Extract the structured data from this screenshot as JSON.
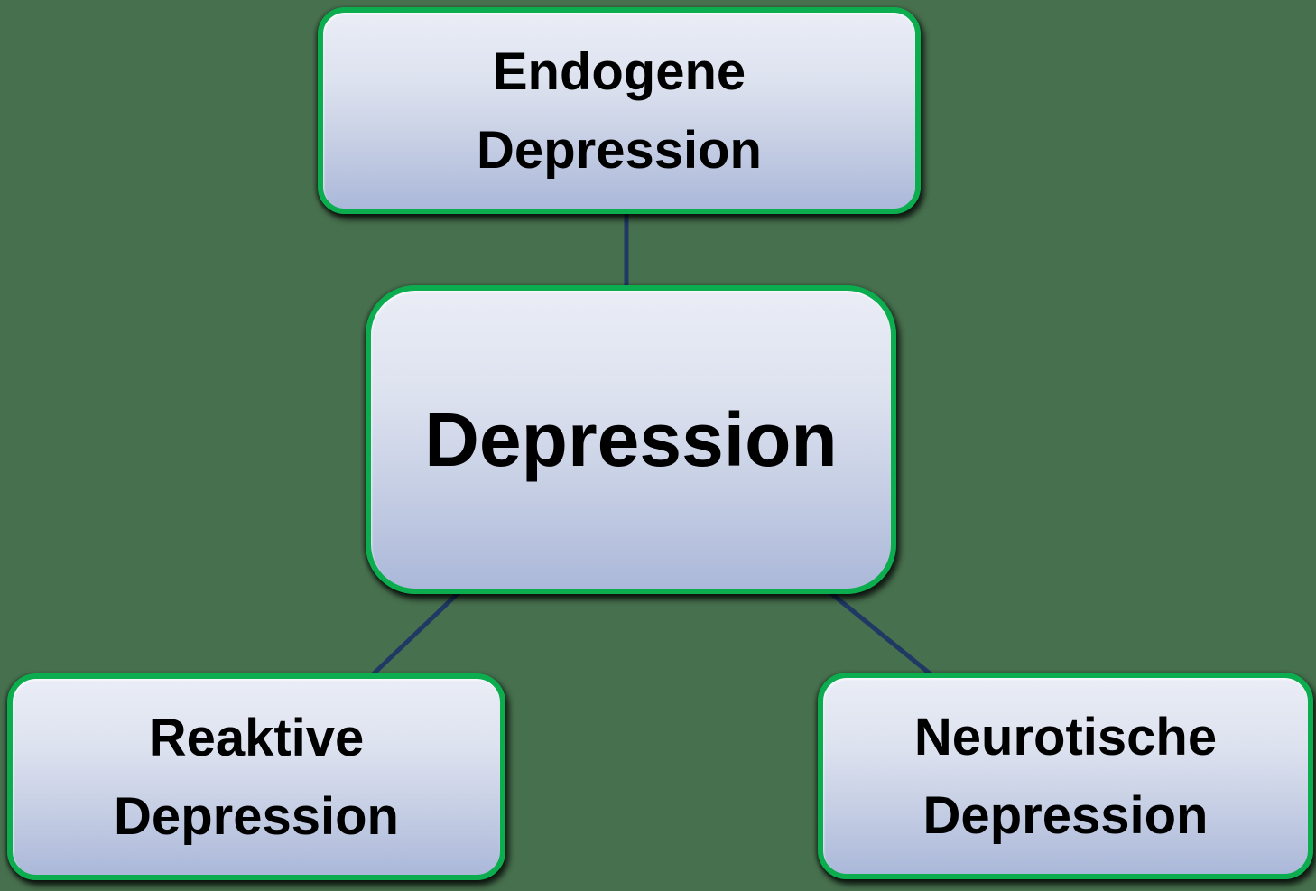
{
  "diagram": {
    "title": "Depression types diagram",
    "background_color": "#47704E",
    "colors": {
      "box_border_green": "#0CAD4F",
      "box_fill_top": "#EAEDF6",
      "box_fill_bottom": "#ABB8D9",
      "connector_navy": "#1F3864",
      "text": "#000000",
      "shadow": "#000000"
    },
    "nodes": {
      "endogene": {
        "line1": "Endogene",
        "line2": "Depression"
      },
      "depression": {
        "line1": "Depression"
      },
      "reaktive": {
        "line1": "Reaktive",
        "line2": "Depression"
      },
      "neurotische": {
        "line1": "Neurotische",
        "line2": "Depression"
      }
    },
    "edges": [
      {
        "from": "endogene",
        "to": "depression",
        "style": "straight-vertical"
      },
      {
        "from": "depression",
        "to": "reaktive",
        "style": "diagonal"
      },
      {
        "from": "depression",
        "to": "neurotische",
        "style": "diagonal"
      }
    ]
  }
}
